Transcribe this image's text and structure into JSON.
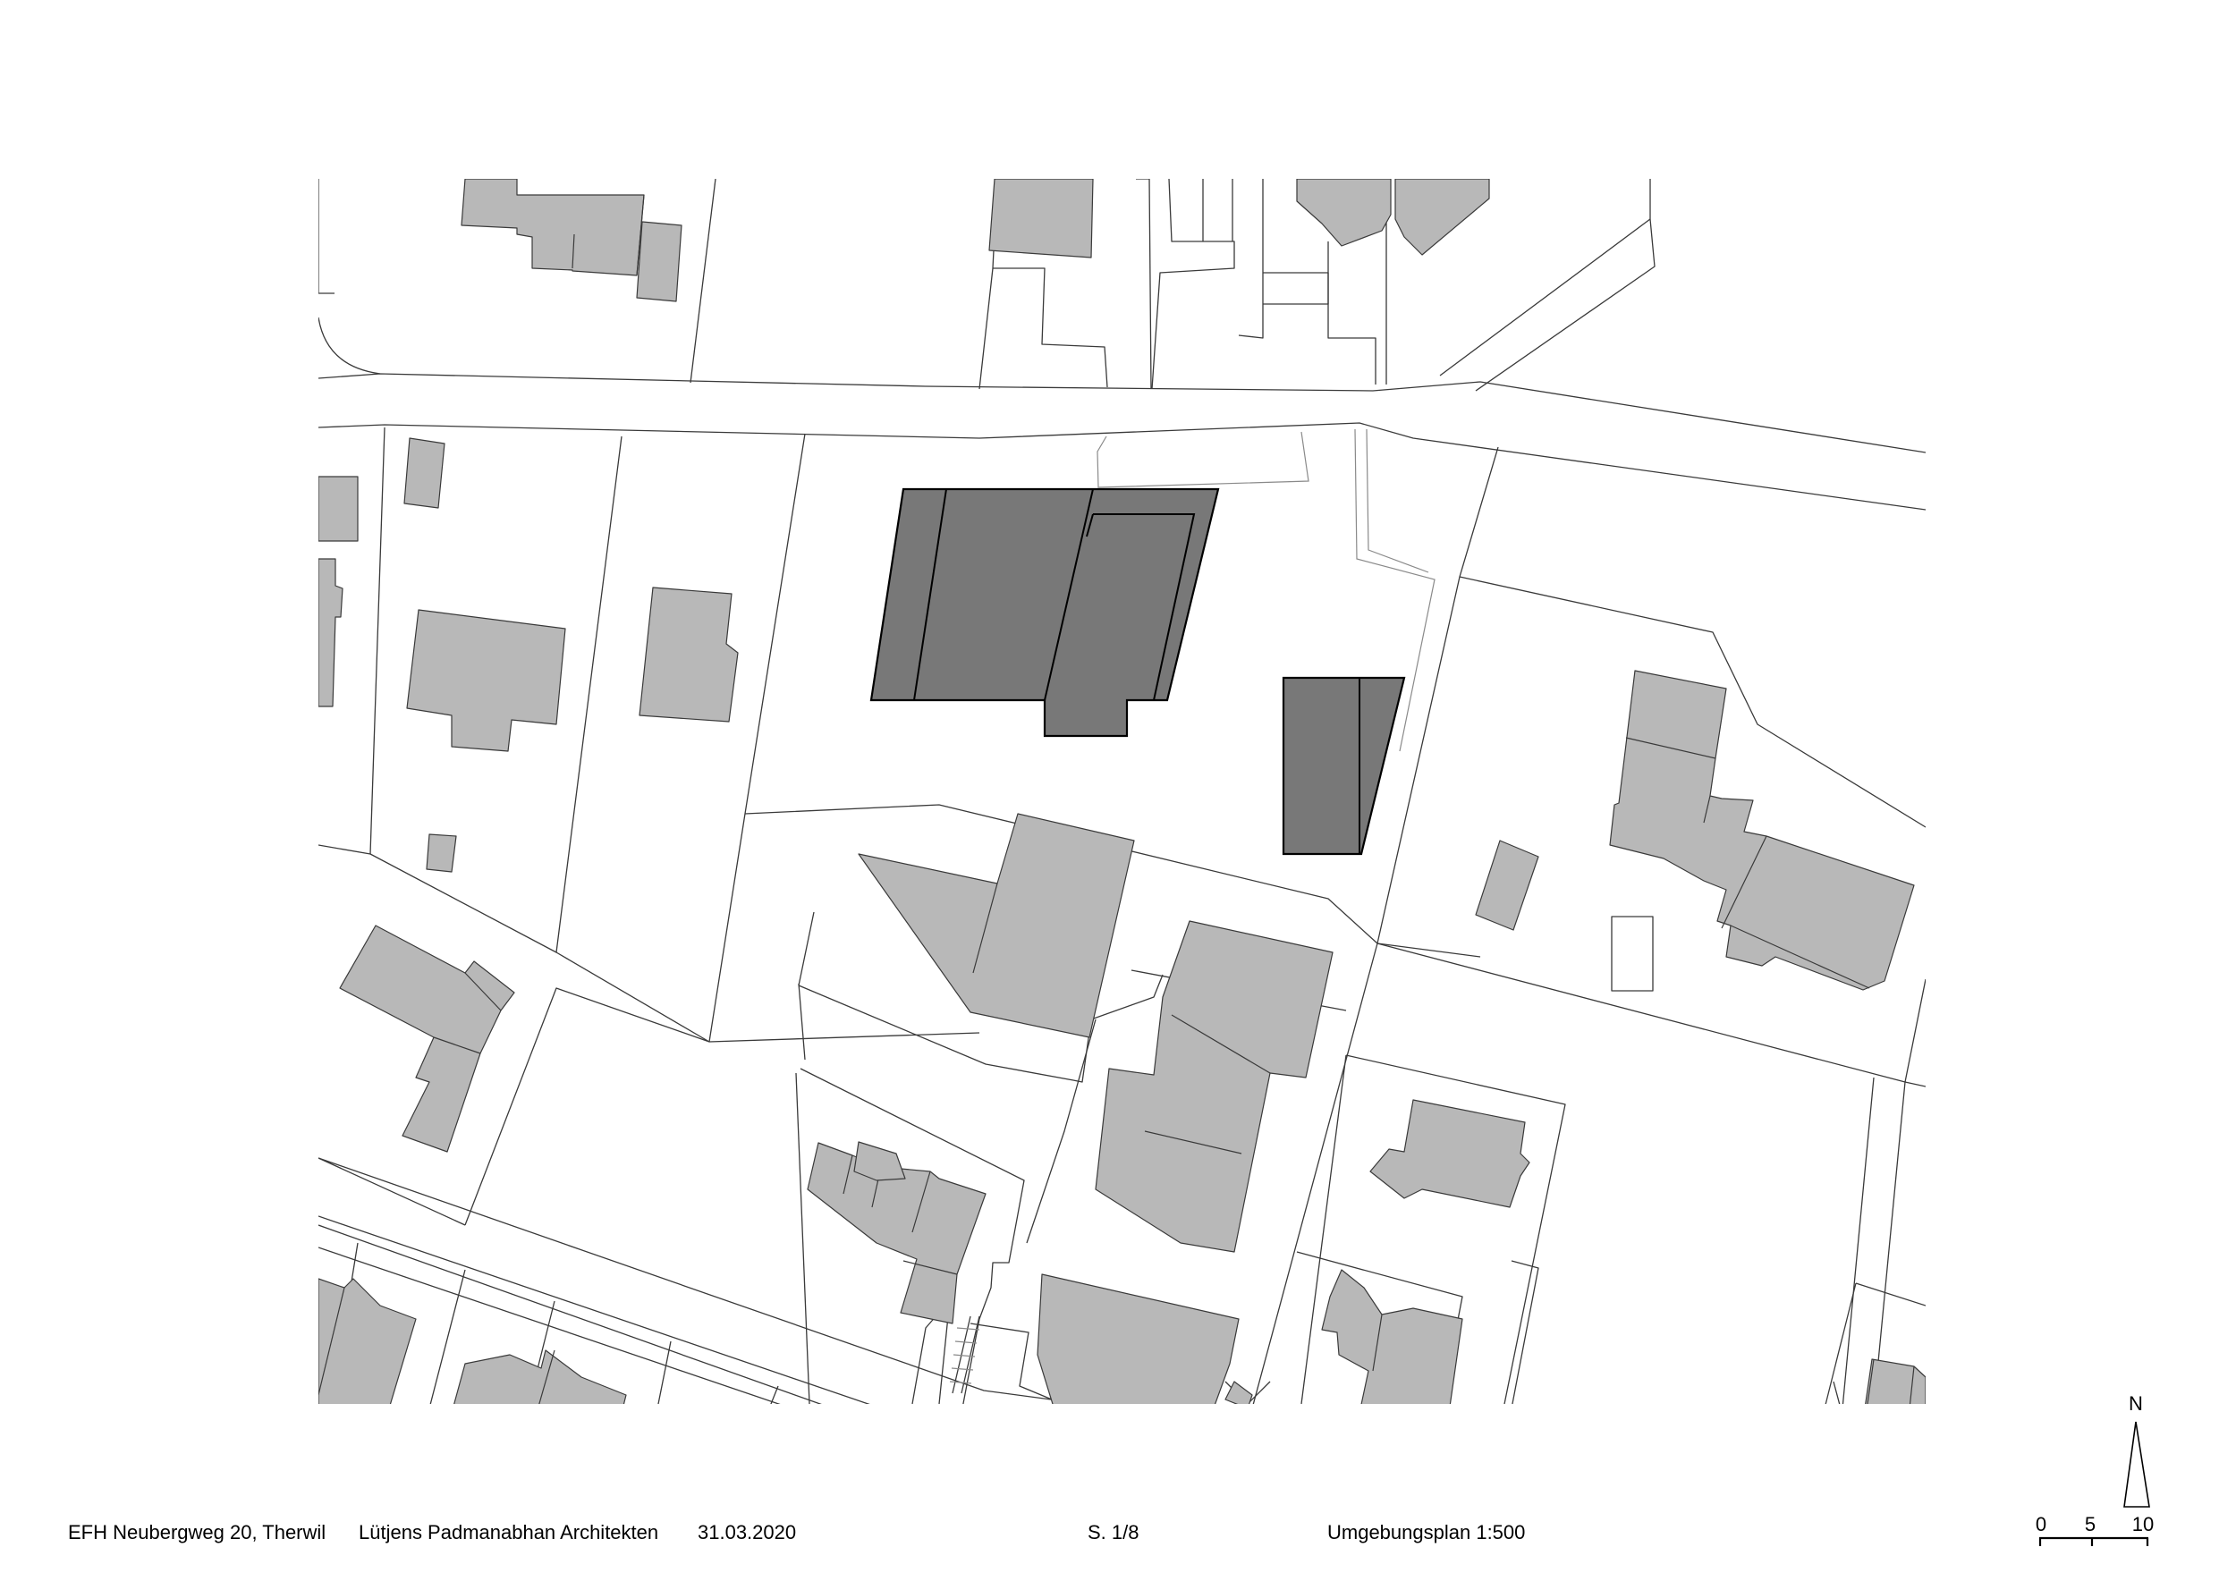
{
  "footer": {
    "project": "EFH Neubergweg 20, Therwil",
    "architects": "Lütjens Padmanabhan Architekten",
    "date": "31.03.2020",
    "page": "S. 1/8",
    "plan_title": "Umgebungsplan 1:500"
  },
  "legend": {
    "north_label": "N",
    "scale_ticks": [
      "0",
      "5",
      "10"
    ]
  },
  "colors": {
    "existing_building": "#b8b8b8",
    "proposed_building": "#787878",
    "lines": "#3a3a3a",
    "background": "#ffffff"
  }
}
